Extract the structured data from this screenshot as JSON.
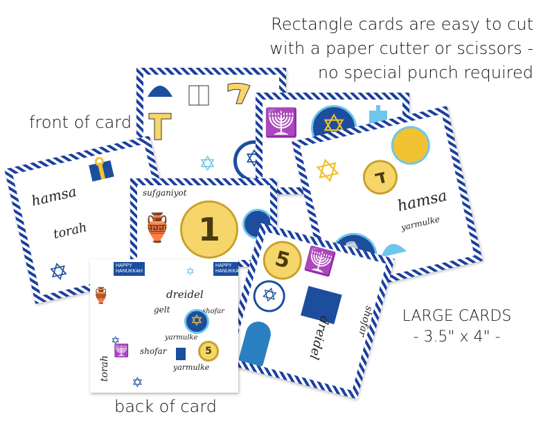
{
  "captions": {
    "top_lines": [
      "Rectangle cards are easy to cut",
      "with a paper cutter or scissors -",
      "no special punch required"
    ],
    "front": "front of card",
    "back": "back of card",
    "large_title": "LARGE CARDS",
    "large_size": "- 3.5\" x 4\" -"
  },
  "card_words": {
    "hamsa": "hamsa",
    "torah": "torah",
    "sufganiyot": "sufganiyot",
    "yarmulke": "yarmulke",
    "shofar": "shofar",
    "dreidel": "dreidel",
    "gelt": "gelt",
    "happy": "HAPPY",
    "hanukkah": "HANUKKAH"
  },
  "coins": [
    "1",
    "5"
  ],
  "colors": {
    "navy": "#1b3fa0",
    "gold": "#f1c232",
    "sky": "#6ec6ec"
  }
}
